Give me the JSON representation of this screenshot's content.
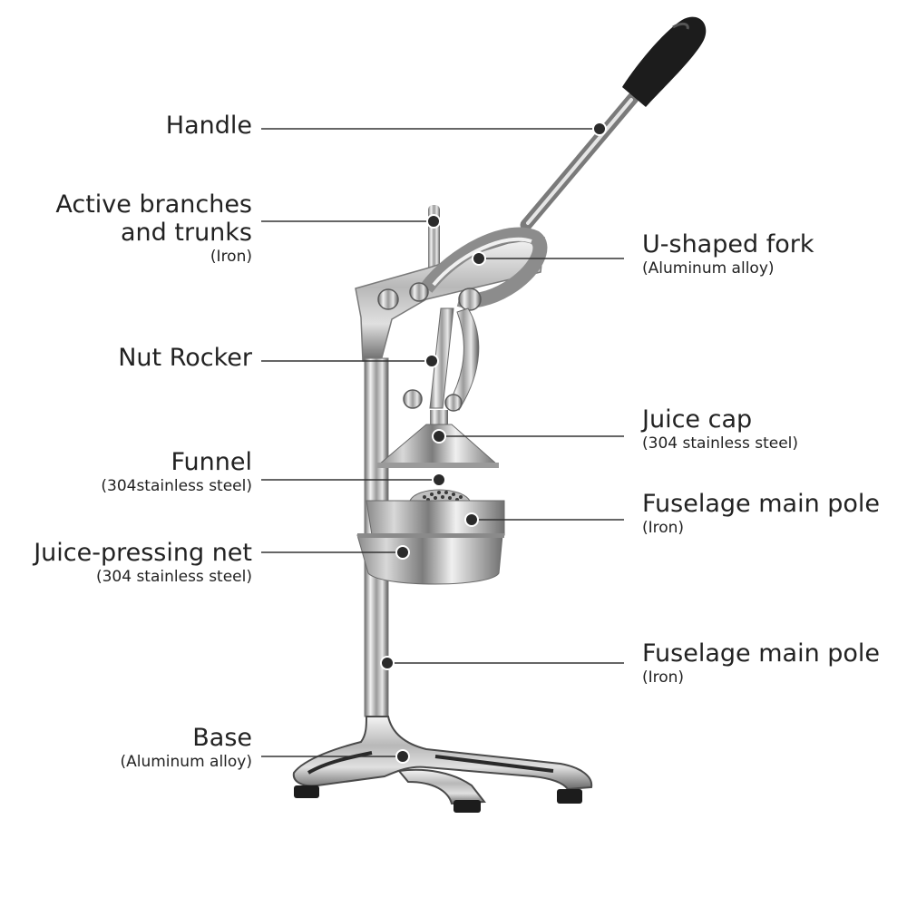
{
  "colors": {
    "leader": "#333333",
    "dot": "#2a2a2a",
    "steel_dark": "#5a5a5a",
    "steel_light": "#e4e4e4",
    "handle_grip": "#1c1c1c"
  },
  "labels": {
    "handle": {
      "main": "Handle",
      "sub": ""
    },
    "active_branches": {
      "main": "Active branches\nand trunks",
      "sub": "(Iron)"
    },
    "u_fork": {
      "main": "U-shaped fork",
      "sub": "(Aluminum alloy)"
    },
    "nut_rocker": {
      "main": "Nut Rocker",
      "sub": ""
    },
    "juice_cap": {
      "main": "Juice cap",
      "sub": "(304 stainless steel)"
    },
    "funnel": {
      "main": "Funnel",
      "sub": "(304stainless steel)"
    },
    "main_pole_1": {
      "main": "Fuselage main pole",
      "sub": "(Iron)"
    },
    "juice_net": {
      "main": "Juice-pressing net",
      "sub": "(304 stainless steel)"
    },
    "main_pole_2": {
      "main": "Fuselage main pole",
      "sub": "(Iron)"
    },
    "base": {
      "main": "Base",
      "sub": "(Aluminum alloy)"
    }
  }
}
